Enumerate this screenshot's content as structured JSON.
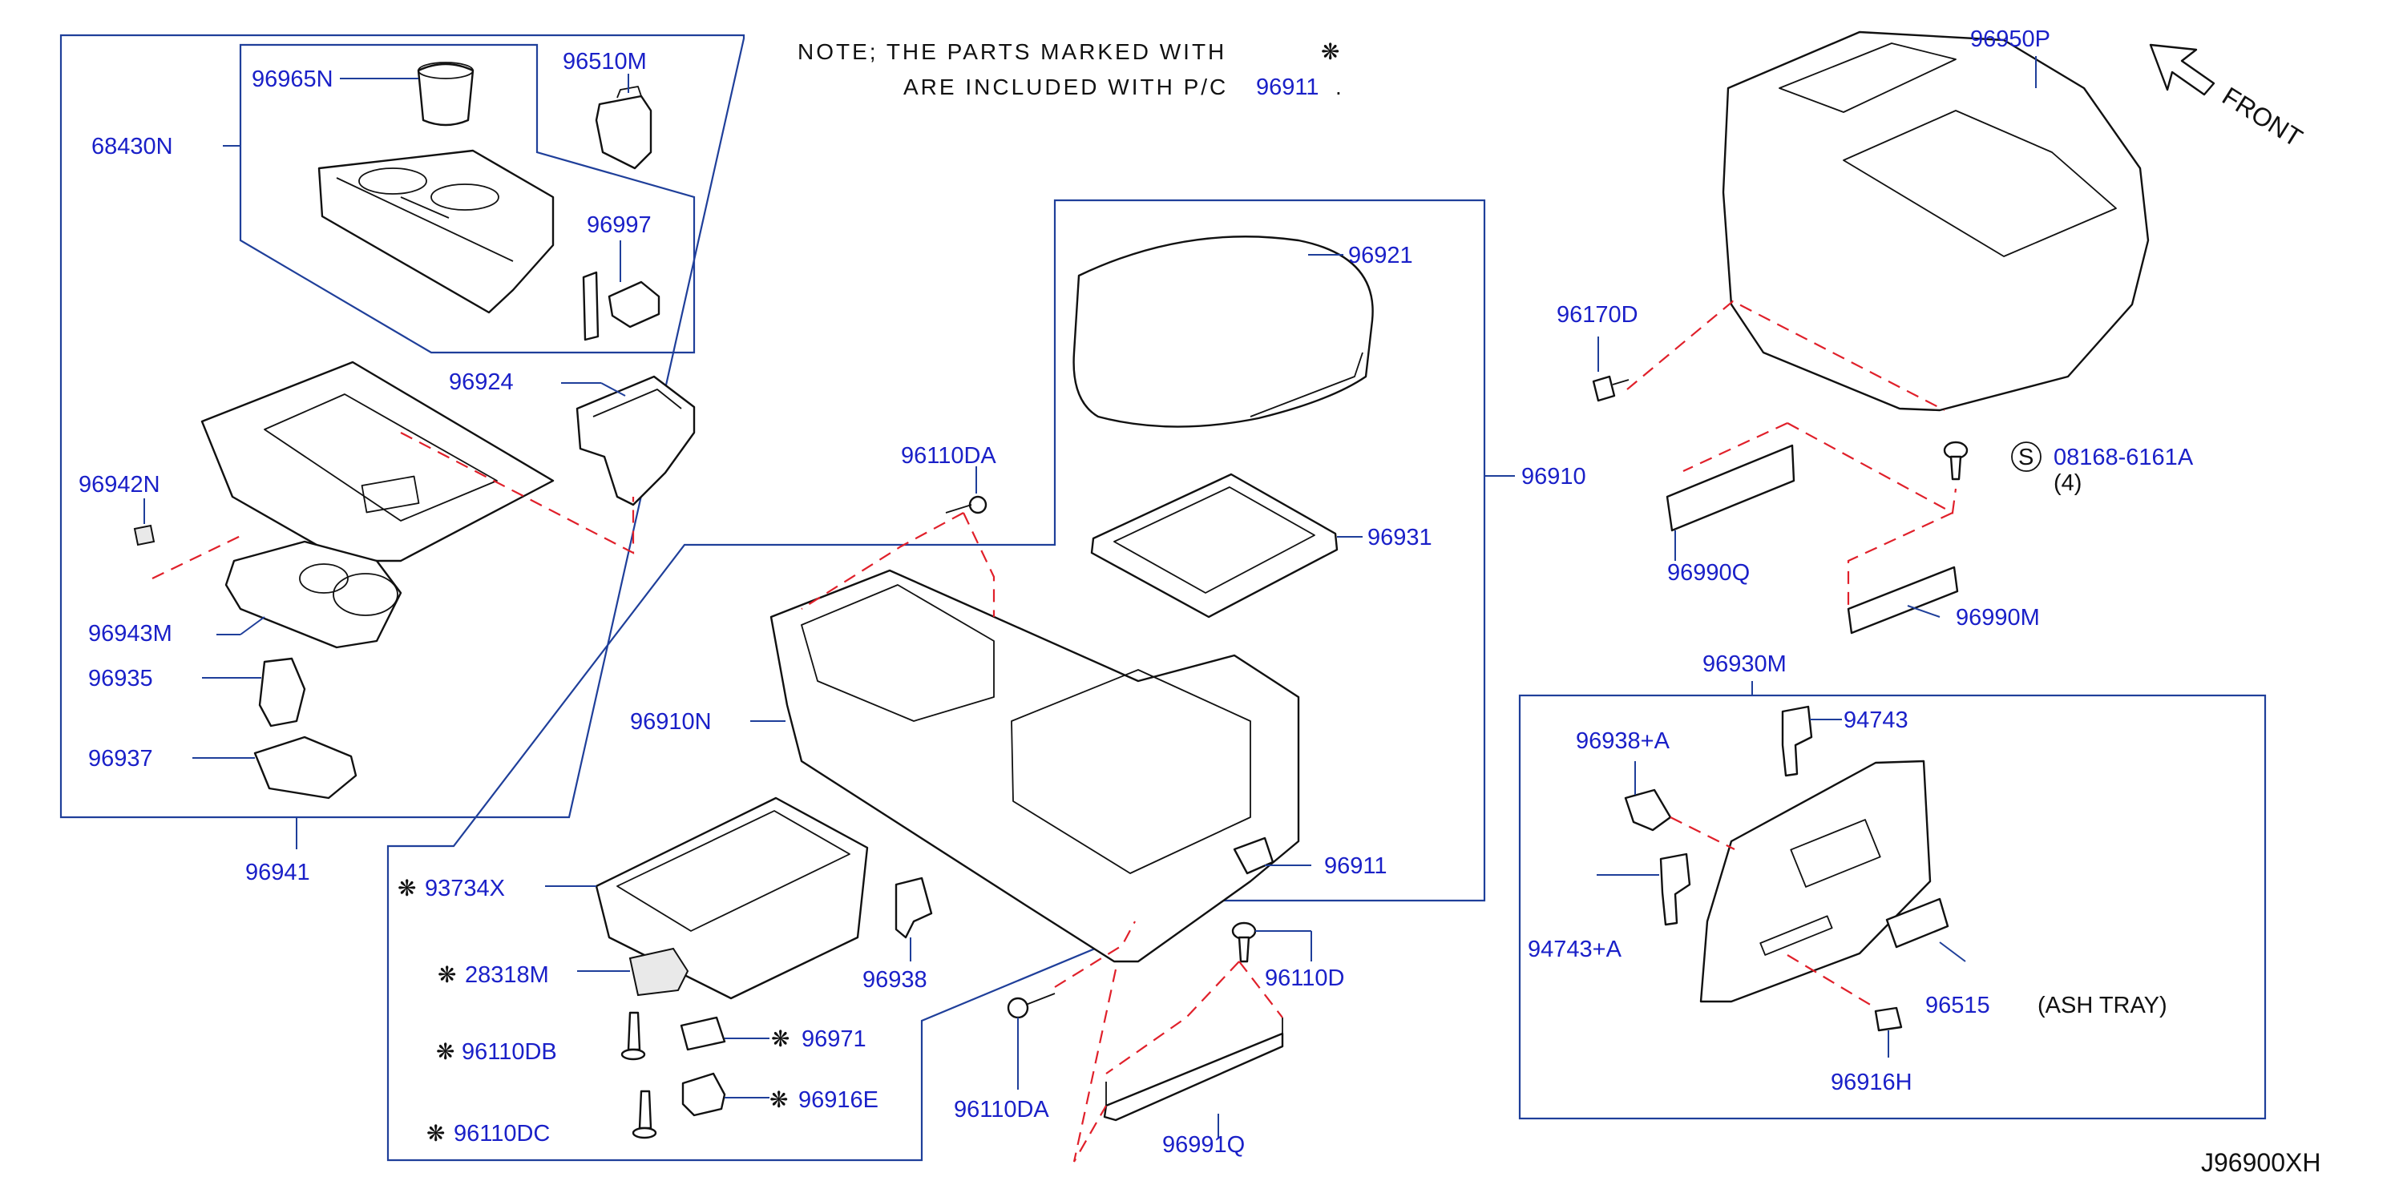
{
  "note": {
    "line1": "NOTE;  THE  PARTS  MARKED  WITH",
    "line2_prefix": "ARE  INCLUDED  WITH  P/C",
    "line2_part": "96911",
    "line2_suffix": ".",
    "mark": "❋"
  },
  "front_label": "FRONT",
  "diagram_ref": "J96900XH",
  "ash_tray_note": "(ASH   TRAY)",
  "labels": {
    "p68430N": "68430N",
    "p96965N": "96965N",
    "p96510M": "96510M",
    "p96997": "96997",
    "p96924": "96924",
    "p96942N": "96942N",
    "p96943M": "96943M",
    "p96935": "96935",
    "p96937": "96937",
    "p96941": "96941",
    "p96110DA_top": "96110DA",
    "p96910N": "96910N",
    "p96921": "96921",
    "p96931": "96931",
    "p96910": "96910",
    "p96911": "96911",
    "p93734X": "93734X",
    "p28318M": "28318M",
    "p96110DB": "96110DB",
    "p96971": "96971",
    "p96916E": "96916E",
    "p96110DC": "96110DC",
    "p96938": "96938",
    "p96110DA_bot": "96110DA",
    "p96110D": "96110D",
    "p96991Q": "96991Q",
    "p96950P": "96950P",
    "p96170D": "96170D",
    "p08168": "08168-6161A",
    "p08168_qty": "(4)",
    "p08168_s": "S",
    "p96990Q": "96990Q",
    "p96990M": "96990M",
    "p96930M": "96930M",
    "p94743": "94743",
    "p96938A": "96938+A",
    "p94743A": "94743+A",
    "p96515": "96515",
    "p96916H": "96916H"
  },
  "marks": {
    "m93734X": "❋",
    "m28318M": "❋",
    "m96110DB": "❋",
    "m96971": "❋",
    "m96916E": "❋",
    "m96110DC": "❋"
  },
  "colors": {
    "label": "#1a20c8",
    "frame": "#1f3f9a",
    "phantom_line": "#e0202a",
    "linework": "#111111"
  }
}
